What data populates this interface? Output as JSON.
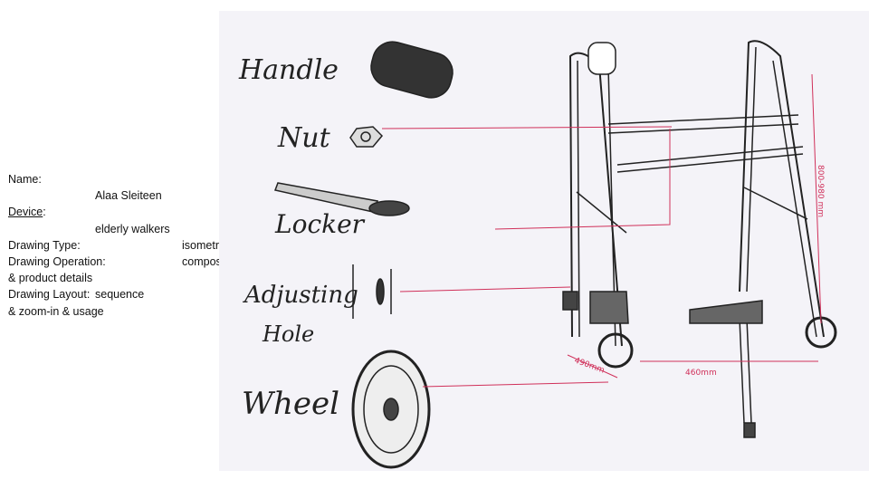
{
  "info": {
    "name_label": "Name:",
    "name_value": "Alaa Sleiteen",
    "device_label": "Device",
    "device_colon": ":",
    "device_value": "elderly walkers",
    "type_label": "Drawing Type:",
    "type_value": "isometr",
    "operation_label": "Drawing Operation:",
    "operation_value": "compos",
    "operation_cont": "& product details",
    "layout_label": "Drawing Layout:",
    "layout_value": "sequence",
    "layout_cont": "& zoom-in & usage"
  },
  "drawing": {
    "labels": {
      "handle": "Handle",
      "nut": "Nut",
      "locker": "Locker",
      "adjusting": "Adjusting",
      "hole": "Hole",
      "wheel": "Wheel"
    },
    "dimensions": {
      "height": "800-980 mm",
      "width": "460mm",
      "depth": "490mm"
    },
    "colors": {
      "ink": "#222222",
      "accent": "#d0305a",
      "paper": "#f4f3f8"
    }
  }
}
